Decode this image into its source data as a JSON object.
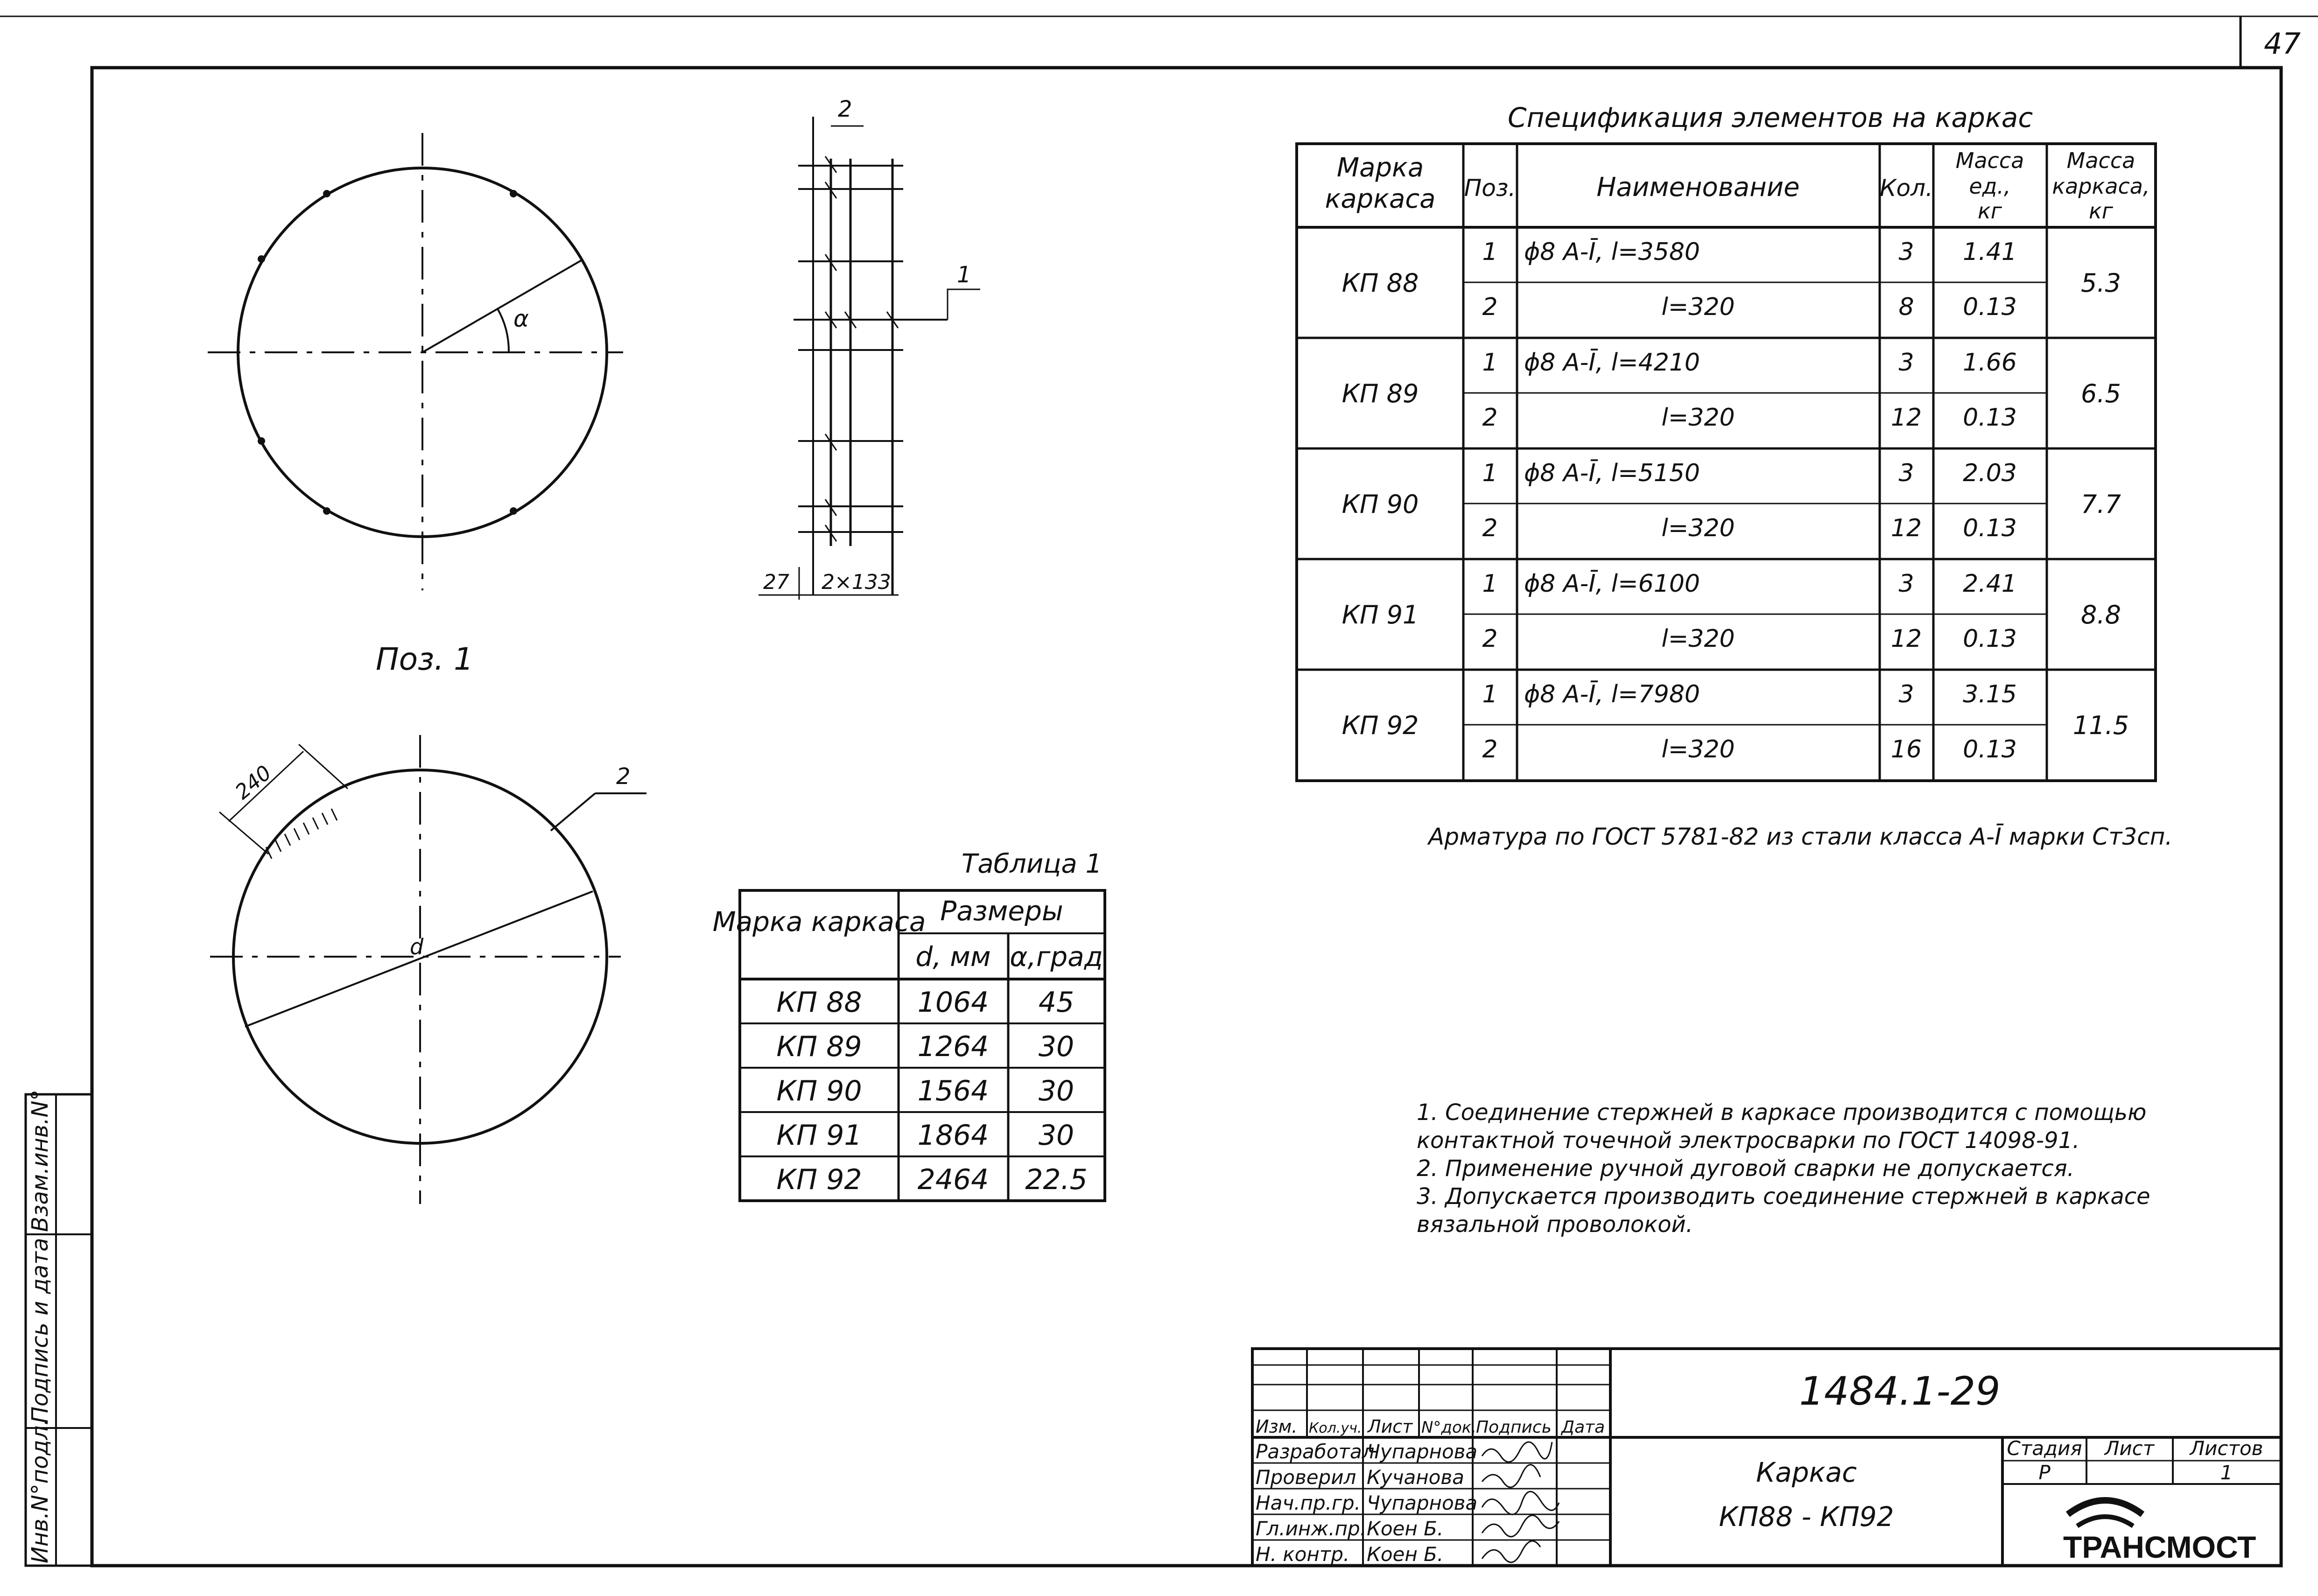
{
  "sheet_number": "47",
  "spec": {
    "title": "Спецификация элементов на каркас",
    "headers": [
      "Марка каркаса",
      "Поз.",
      "Наименование",
      "Кол.",
      "Масса ед., кг",
      "Масса каркаса, кг"
    ],
    "rows": [
      {
        "mark": "КП 88",
        "pos1": "1",
        "name1": "ϕ8 А-Ī,  l=3580",
        "qty1": "3",
        "mass1": "1.41",
        "pos2": "2",
        "name2": "l=320",
        "qty2": "8",
        "mass2": "0.13",
        "total": "5.3"
      },
      {
        "mark": "КП 89",
        "pos1": "1",
        "name1": "ϕ8 А-Ī,  l=4210",
        "qty1": "3",
        "mass1": "1.66",
        "pos2": "2",
        "name2": "l=320",
        "qty2": "12",
        "mass2": "0.13",
        "total": "6.5"
      },
      {
        "mark": "КП 90",
        "pos1": "1",
        "name1": "ϕ8 А-Ī,  l=5150",
        "qty1": "3",
        "mass1": "2.03",
        "pos2": "2",
        "name2": "l=320",
        "qty2": "12",
        "mass2": "0.13",
        "total": "7.7"
      },
      {
        "mark": "КП 91",
        "pos1": "1",
        "name1": "ϕ8 А-Ī,  l=6100",
        "qty1": "3",
        "mass1": "2.41",
        "pos2": "2",
        "name2": "l=320",
        "qty2": "12",
        "mass2": "0.13",
        "total": "8.8"
      },
      {
        "mark": "КП 92",
        "pos1": "1",
        "name1": "ϕ8 А-Ī,  l=7980",
        "qty1": "3",
        "mass1": "3.15",
        "pos2": "2",
        "name2": "l=320",
        "qty2": "16",
        "mass2": "0.13",
        "total": "11.5"
      }
    ],
    "note": "Арматура по ГОСТ 5781-82 из стали класса А-Ī марки Ст3сп."
  },
  "table1": {
    "title": "Таблица 1",
    "head_mark": "Марка каркаса",
    "head_sizes": "Размеры",
    "head_d": "d, мм",
    "head_alpha": "α,град",
    "rows": [
      {
        "mark": "КП 88",
        "d": "1064",
        "alpha": "45"
      },
      {
        "mark": "КП 89",
        "d": "1264",
        "alpha": "30"
      },
      {
        "mark": "КП 90",
        "d": "1564",
        "alpha": "30"
      },
      {
        "mark": "КП 91",
        "d": "1864",
        "alpha": "30"
      },
      {
        "mark": "КП 92",
        "d": "2464",
        "alpha": "22.5"
      }
    ]
  },
  "drawing": {
    "pos1_label": "Поз. 1",
    "alpha": "α",
    "d": "d",
    "dim_240": "240",
    "leader_2": "2",
    "leader_1": "1",
    "side_top_2": "2",
    "dim_27": "27",
    "dim_2x133": "2×133"
  },
  "notes": [
    "1. Соединение стержней в каркасе производится с помощью",
    "контактной точечной электросварки по ГОСТ 14098-91.",
    "2. Применение ручной дуговой сварки не допускается.",
    "3. Допускается производить соединение стержней в каркасе",
    "вязальной проволокой."
  ],
  "side_stamp": [
    "Инв.N°подл.",
    "Подпись и дата",
    "Взам.инв.N°"
  ],
  "title_block": {
    "doc_code": "1484.1-29",
    "col_heads": [
      "Изм.",
      "Кол.уч.",
      "Лист",
      "N°док.",
      "Подпись",
      "Дата"
    ],
    "people": [
      {
        "role": "Разработал",
        "name": "Чупарнова"
      },
      {
        "role": "Проверил",
        "name": "Кучанова"
      },
      {
        "role": "Нач.пр.гр.",
        "name": "Чупарнова"
      },
      {
        "role": "Гл.инж.пр.",
        "name": "Коен Б."
      },
      {
        "role": "Н. контр.",
        "name": "Коен Б."
      }
    ],
    "object_name": "Каркас",
    "object_range": "КП88 - КП92",
    "stage_head": "Стадия",
    "sheet_head": "Лист",
    "sheets_head": "Листов",
    "stage": "Р",
    "sheet": "",
    "sheets": "1",
    "logo_text": "ТРАНСМОСТ"
  }
}
